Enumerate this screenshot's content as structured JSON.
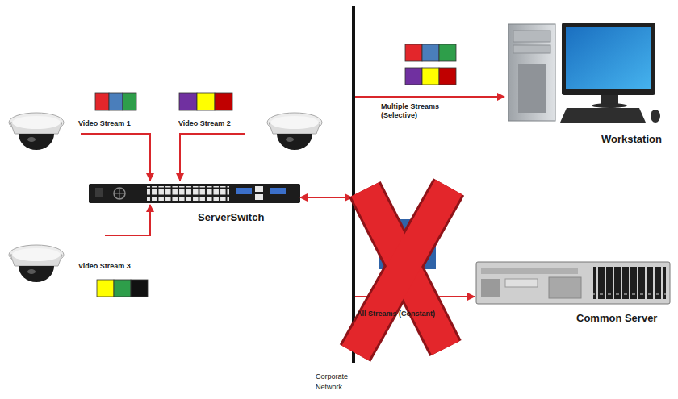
{
  "diagram": {
    "nodes": [
      {
        "text": [
          "ServerSwitch"
        ]
      },
      {
        "text": [
          "Corporate Network"
        ]
      },
      {
        "text": [
          "Workstation"
        ]
      },
      {
        "text": [
          "Common Server"
        ]
      }
    ],
    "edges": [
      {
        "from": 0,
        "to": 1,
        "arrow": "both"
      },
      {
        "from": 1,
        "to": 2,
        "label": "Multiple Streams (Selective)",
        "arrow": "to"
      },
      {
        "from": 1,
        "to": 3,
        "label": "All Streams (Constant)",
        "arrow": "to"
      }
    ],
    "labels": [
      "Video Stream 1",
      "Video Stream 2",
      "Video Stream 3"
    ]
  }
}
